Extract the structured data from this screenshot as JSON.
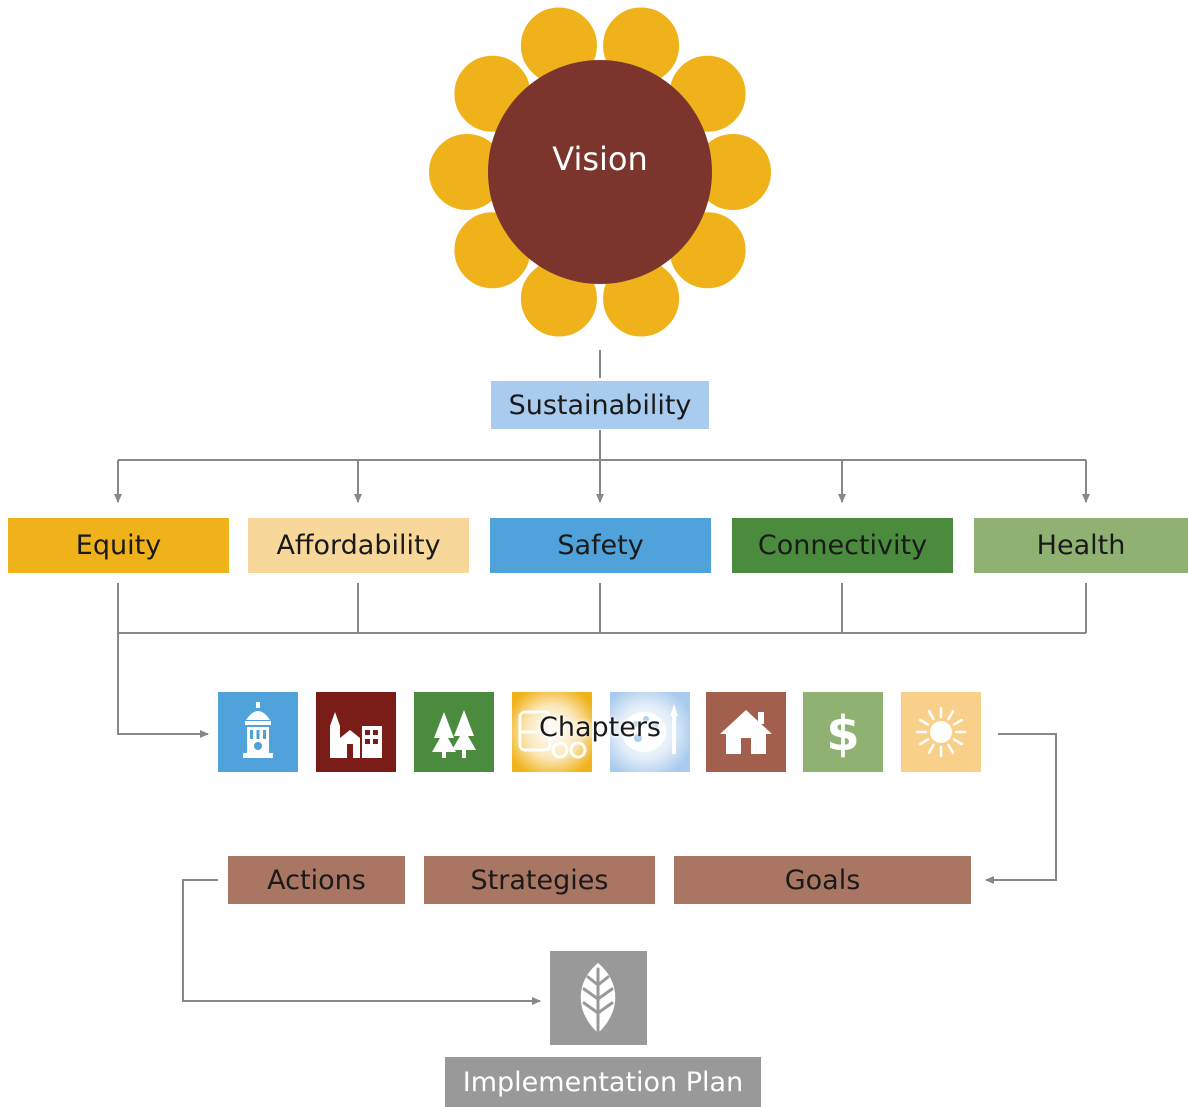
{
  "vision": {
    "label": "Vision",
    "center_color": "#7b352d",
    "petal_color": "#f0b21a"
  },
  "sustainability": {
    "label": "Sustainability",
    "color": "#a9cbee"
  },
  "principles": [
    {
      "label": "Equity",
      "color": "#f0b21a"
    },
    {
      "label": "Affordability",
      "color": "#f8d89a"
    },
    {
      "label": "Safety",
      "color": "#4fa2da"
    },
    {
      "label": "Connectivity",
      "color": "#4b8b3e"
    },
    {
      "label": "Health",
      "color": "#8fb273"
    }
  ],
  "chapters": {
    "label": "Chapters",
    "icons": [
      {
        "icon": "building-icon",
        "color": "#4fa2da"
      },
      {
        "icon": "town-icon",
        "color": "#7a1c18"
      },
      {
        "icon": "trees-icon",
        "color": "#4b8b3e"
      },
      {
        "icon": "bus-bike-icon",
        "color": "#f0b21a"
      },
      {
        "icon": "palette-icon",
        "color": "#a9cbee"
      },
      {
        "icon": "house-icon",
        "color": "#a35f4d"
      },
      {
        "icon": "dollar-icon",
        "color": "#8fb273"
      },
      {
        "icon": "sun-icon",
        "color": "#f8d08a"
      }
    ]
  },
  "steps": [
    {
      "label": "Actions",
      "color": "#a97663"
    },
    {
      "label": "Strategies",
      "color": "#a97663"
    },
    {
      "label": "Goals",
      "color": "#a97663"
    }
  ],
  "implementation": {
    "label": "Implementation Plan",
    "icon": "leaf-icon",
    "color": "#999999"
  },
  "connector_color": "#888888"
}
